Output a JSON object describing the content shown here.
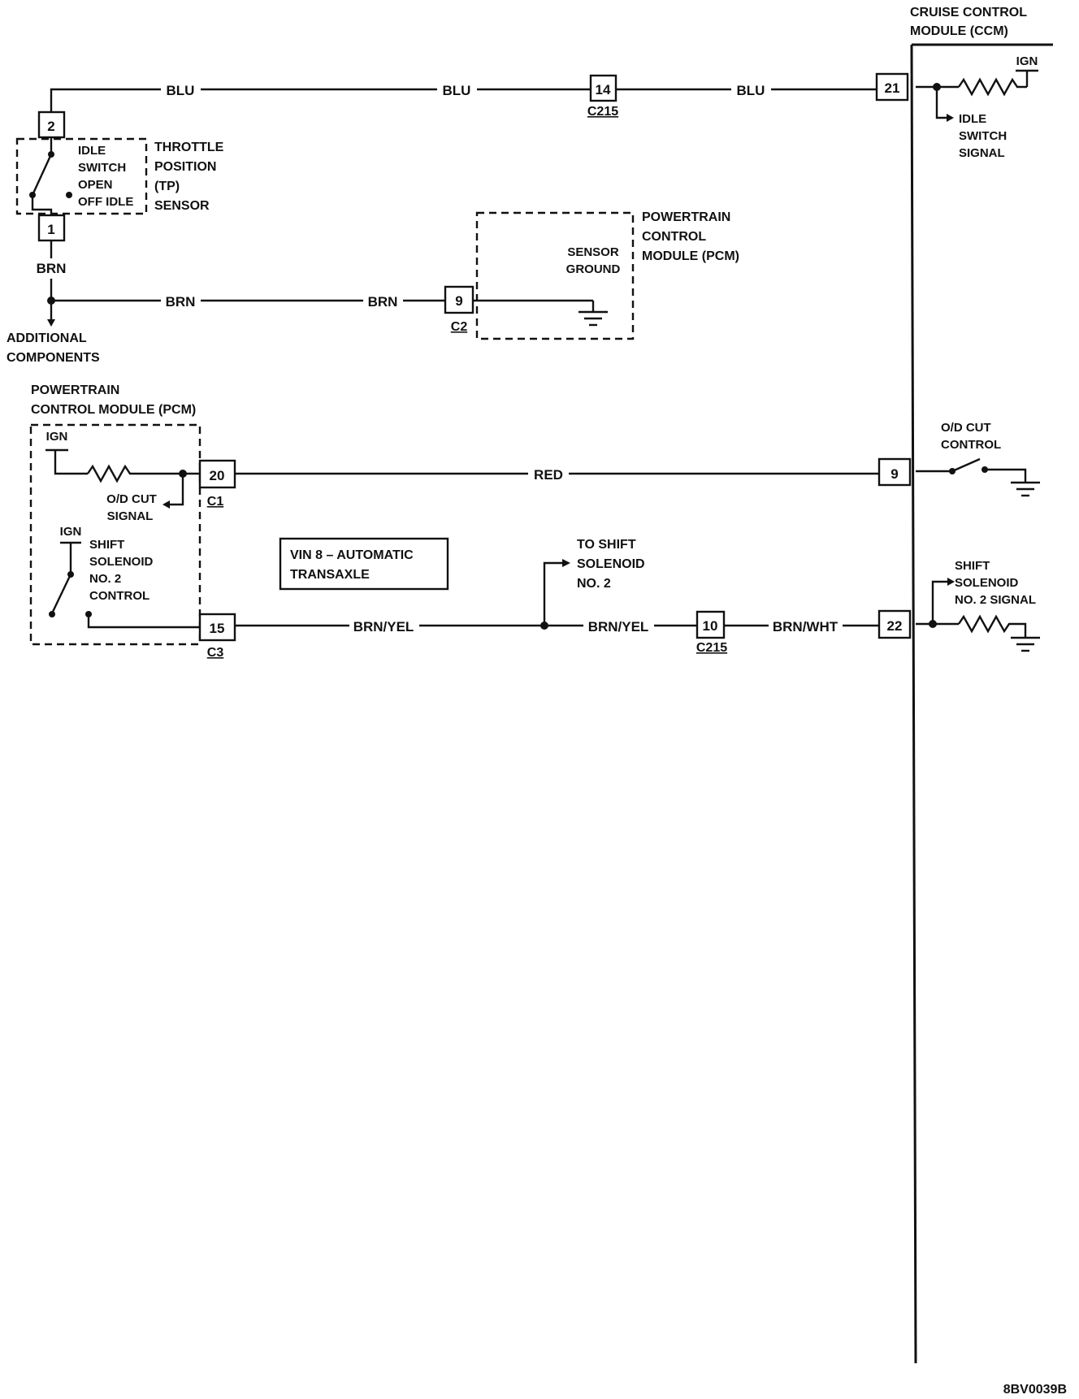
{
  "ccm": {
    "line1": "CRUISE CONTROL",
    "line2": "MODULE (CCM)"
  },
  "tp_sensor": {
    "pin_top": "2",
    "pin_bottom": "1",
    "switch_lines": [
      "IDLE",
      "SWITCH",
      "OPEN",
      "OFF IDLE"
    ],
    "name_lines": [
      "THROTTLE",
      "POSITION",
      "(TP)",
      "SENSOR"
    ]
  },
  "blu_circuit": {
    "wire_labels": [
      "BLU",
      "BLU",
      "BLU"
    ],
    "c215_pin": "14",
    "c215_label": "C215",
    "ccm_pin": "21",
    "ign_label": "IGN",
    "signal_lines": [
      "IDLE",
      "SWITCH",
      "SIGNAL"
    ]
  },
  "brn_circuit": {
    "vertical_label": "BRN",
    "wire_labels": [
      "BRN",
      "BRN"
    ],
    "pcm_pin": "9",
    "pcm_connector": "C2",
    "additional_lines": [
      "ADDITIONAL",
      "COMPONENTS"
    ]
  },
  "pcm_ground": {
    "name_lines": [
      "POWERTRAIN",
      "CONTROL",
      "MODULE (PCM)"
    ],
    "inner_lines": [
      "SENSOR",
      "GROUND"
    ]
  },
  "pcm_lower": {
    "title_lines": [
      "POWERTRAIN",
      "CONTROL MODULE (PCM)"
    ],
    "ign1": "IGN",
    "od_cut_signal": [
      "O/D CUT",
      "SIGNAL"
    ],
    "ign2": "IGN",
    "shift_control": [
      "SHIFT",
      "SOLENOID",
      "NO. 2",
      "CONTROL"
    ],
    "pin_20": "20",
    "conn_c1": "C1",
    "pin_15": "15",
    "conn_c3": "C3"
  },
  "red_circuit": {
    "wire_label": "RED",
    "ccm_pin": "9",
    "od_cut_control": [
      "O/D CUT",
      "CONTROL"
    ]
  },
  "vin_note": {
    "lines": [
      "VIN 8 – AUTOMATIC",
      "TRANSAXLE"
    ]
  },
  "shift_circuit": {
    "wire_labels": [
      "BRN/YEL",
      "BRN/YEL",
      "BRN/WHT"
    ],
    "to_shift": [
      "TO SHIFT",
      "SOLENOID",
      "NO. 2"
    ],
    "c215_pin": "10",
    "c215_label": "C215",
    "ccm_pin": "22",
    "signal_lines": [
      "SHIFT",
      "SOLENOID",
      "NO. 2 SIGNAL"
    ]
  },
  "figure_code": "8BV0039B"
}
